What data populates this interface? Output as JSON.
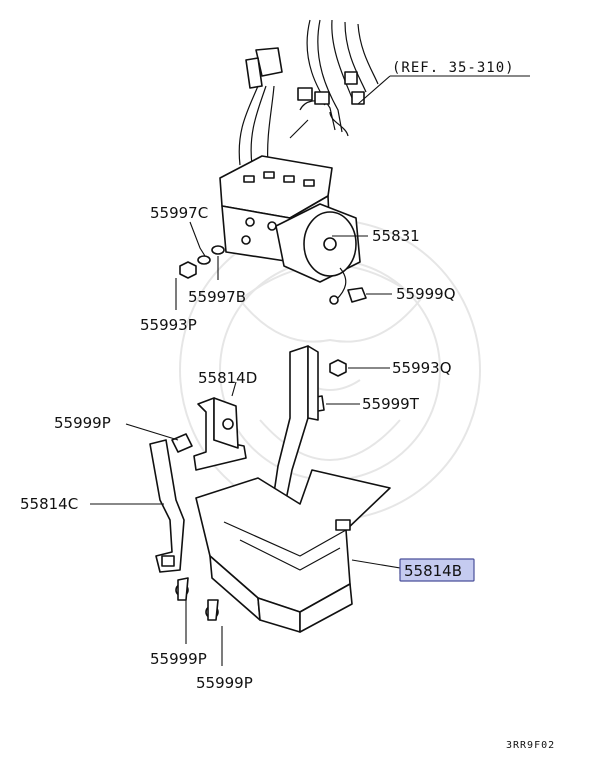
{
  "reference": "(REF. 35-310)",
  "diagram_code": "3RR9F02",
  "highlight_color": "#c5cbf0",
  "highlight_border": "#4a4f9a",
  "labels": {
    "p55997C": "55997C",
    "p55831": "55831",
    "p55997B": "55997B",
    "p55999Q": "55999Q",
    "p55993P": "55993P",
    "p55814D": "55814D",
    "p55993Q": "55993Q",
    "p55999T": "55999T",
    "p55999P_a": "55999P",
    "p55814C": "55814C",
    "p55814B": "55814B",
    "p55999P_b": "55999P",
    "p55999P_c": "55999P"
  }
}
